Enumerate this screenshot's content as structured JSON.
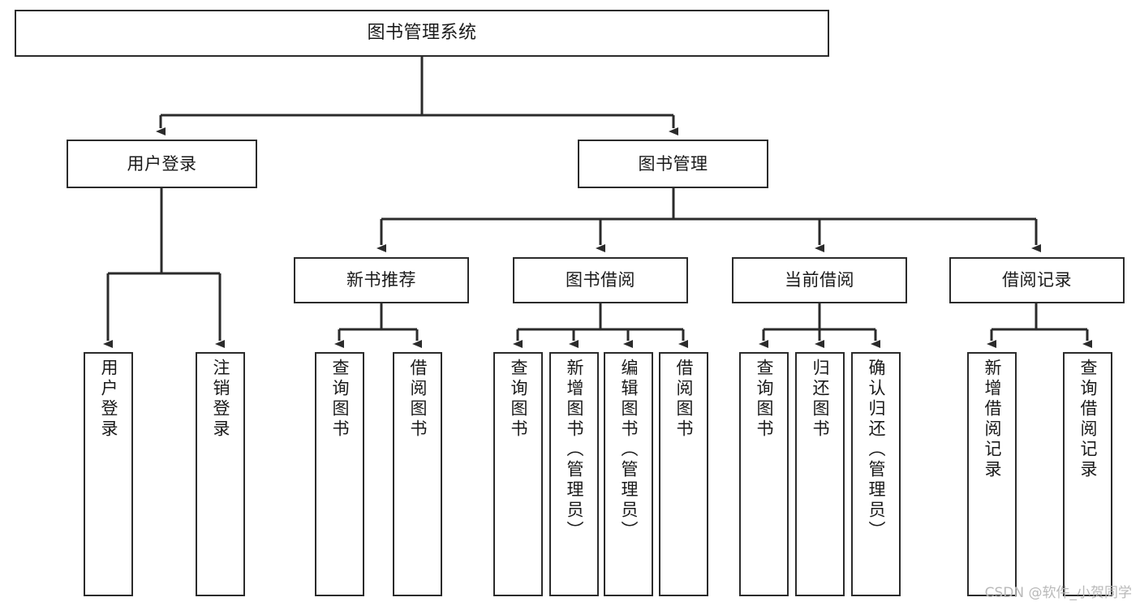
{
  "diagram": {
    "type": "tree-hierarchy",
    "title": "图书管理系统",
    "watermark": "CSDN @软件_小贺同学",
    "colors": {
      "box_border": "#2b2b2b",
      "box_fill": "#ffffff",
      "edge": "#2b2b2b",
      "text": "#1a1a1a",
      "watermark": "#b9b9b9",
      "background": "#ffffff"
    },
    "root": {
      "label": "图书管理系统"
    },
    "level2": [
      {
        "key": "user-login",
        "label": "用户登录"
      },
      {
        "key": "book-management",
        "label": "图书管理"
      }
    ],
    "level3": [
      {
        "key": "new-book-recommend",
        "label": "新书推荐"
      },
      {
        "key": "book-borrow",
        "label": "图书借阅"
      },
      {
        "key": "current-borrow",
        "label": "当前借阅"
      },
      {
        "key": "borrow-record",
        "label": "借阅记录"
      }
    ],
    "leaves": {
      "user_login": [
        {
          "key": "user-login-leaf",
          "label": "用户登录"
        },
        {
          "key": "logout-leaf",
          "label": "注销登录"
        }
      ],
      "new_book_recommend": [
        {
          "key": "query-book-1",
          "label": "查询图书"
        },
        {
          "key": "borrow-book-1",
          "label": "借阅图书"
        }
      ],
      "book_borrow": [
        {
          "key": "query-book-2",
          "label": "查询图书"
        },
        {
          "key": "add-book",
          "label": "新增图书（管理员）"
        },
        {
          "key": "edit-book",
          "label": "编辑图书（管理员）"
        },
        {
          "key": "borrow-book-2",
          "label": "借阅图书"
        }
      ],
      "current_borrow": [
        {
          "key": "query-book-3",
          "label": "查询图书"
        },
        {
          "key": "return-book",
          "label": "归还图书"
        },
        {
          "key": "confirm-return",
          "label": "确认归还（管理员）"
        }
      ],
      "borrow_record": [
        {
          "key": "add-borrow-record",
          "label": "新增借阅记录"
        },
        {
          "key": "query-borrow-record",
          "label": "查询借阅记录"
        }
      ]
    }
  }
}
